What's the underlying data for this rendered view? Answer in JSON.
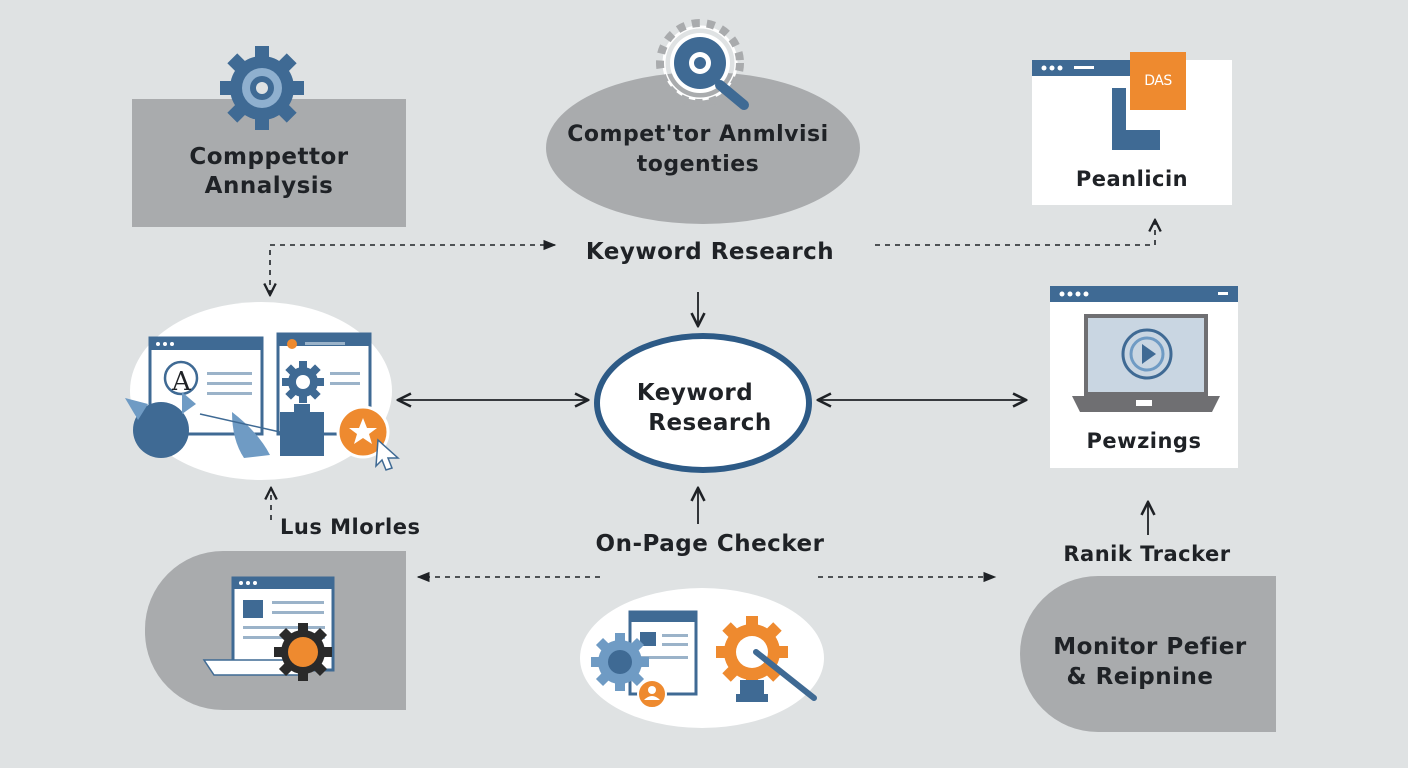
{
  "nodes": {
    "competitor_analysis": {
      "line1": "Comppettor",
      "line2": "Annalysis"
    },
    "competitor_strategies": {
      "line1": "Compet'tor Anmlvisi",
      "line2": "togenties"
    },
    "keyword_research_top": {
      "label": "Keyword Research"
    },
    "content_window": {
      "badge": "DAS",
      "label": "Peanlicin"
    },
    "keyword_research_center": {
      "line1": "Keyword",
      "line2": "Research"
    },
    "video_window": {
      "label": "Pewzings"
    },
    "left_label": {
      "label": "Lus Mlorles"
    },
    "on_page_checker": {
      "label": "On-Page Checker"
    },
    "rank_tracker": {
      "label": "Ranik Tracker"
    },
    "monitor": {
      "line1": "Monitor Pefier",
      "line2": "& Reipnine"
    }
  },
  "colors": {
    "background": "#dfe2e3",
    "blue": "#3f6a94",
    "light_blue": "#6f9bc4",
    "orange": "#ee8a2f",
    "grey_box": "#a9abad",
    "ellipse_outline": "#2d5a86"
  }
}
